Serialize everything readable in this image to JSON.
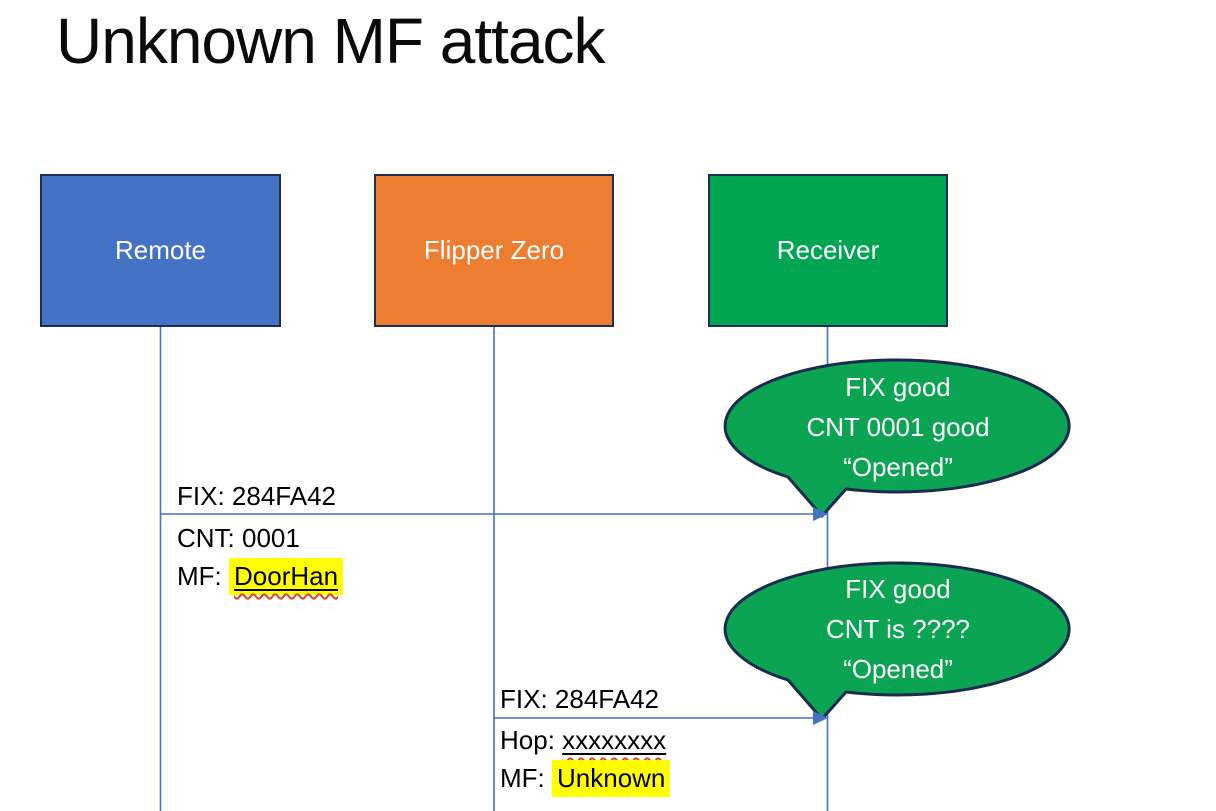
{
  "title": "Unknown MF attack",
  "actors": [
    {
      "label": "Remote"
    },
    {
      "label": "Flipper Zero"
    },
    {
      "label": "Receiver"
    }
  ],
  "messages": [
    {
      "line_above": "FIX: 284FA42",
      "line2": "CNT: 0001",
      "line3_prefix": "MF: ",
      "line3_value": "DoorHan"
    },
    {
      "line_above": "FIX: 284FA42",
      "line2_prefix": "Hop: ",
      "line2_value": "xxxxxxxx",
      "line3_prefix": "MF: ",
      "line3_value": "Unknown"
    }
  ],
  "bubbles": [
    {
      "line1": "FIX good",
      "line2": "CNT 0001 good",
      "line3": "“Opened”"
    },
    {
      "line1": "FIX good",
      "line2": "CNT is ????",
      "line3": "“Opened”"
    }
  ],
  "colors": {
    "remote_fill": "#4472c4",
    "flipper_fill": "#ed7d31",
    "receiver_fill": "#00a551",
    "bubble_fill": "#0ba452",
    "shape_border": "#1b2f54",
    "connector_blue": "#4472c4",
    "highlight_yellow": "#ffff00",
    "squiggle_red": "#e0442c",
    "title_text": "#0a0a0a",
    "box_label_text": "#ffffff"
  }
}
